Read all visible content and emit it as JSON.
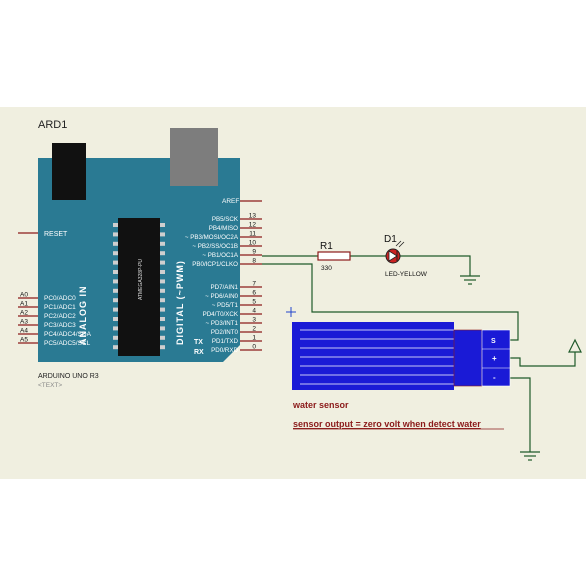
{
  "schematic": {
    "board_ref": "ARD1",
    "board_name": "ARDUINO UNO R3",
    "board_text": "<TEXT>",
    "chip_label": "ATMEGA328P-PU",
    "analog_header": "ANALOG IN",
    "digital_header": "DIGITAL (~PWM)",
    "reset_label": "RESET",
    "aref_label": "AREF",
    "tx_label": "TX",
    "rx_label": "RX",
    "left_pins": [
      {
        "num": "A0",
        "name": "PC0/ADC0"
      },
      {
        "num": "A1",
        "name": "PC1/ADC1"
      },
      {
        "num": "A2",
        "name": "PC2/ADC2"
      },
      {
        "num": "A3",
        "name": "PC3/ADC3"
      },
      {
        "num": "A4",
        "name": "PC4/ADC4/SDA"
      },
      {
        "num": "A5",
        "name": "PC5/ADC5/SCL"
      }
    ],
    "right_pins_top": [
      {
        "num": "13",
        "name": "PB5/SCK"
      },
      {
        "num": "12",
        "name": "PB4/MISO"
      },
      {
        "num": "11",
        "name": "~ PB3/MOSI/OC2A"
      },
      {
        "num": "10",
        "name": "~ PB2/SS/OC1B"
      },
      {
        "num": "9",
        "name": "~ PB1/OC1A"
      },
      {
        "num": "8",
        "name": "PB0/ICP1/CLKO"
      }
    ],
    "right_pins_bottom": [
      {
        "num": "7",
        "name": "PD7/AIN1"
      },
      {
        "num": "6",
        "name": "~ PD6/AIN0"
      },
      {
        "num": "5",
        "name": "~ PD5/T1"
      },
      {
        "num": "4",
        "name": "PD4/T0/XCK"
      },
      {
        "num": "3",
        "name": "~ PD3/INT1"
      },
      {
        "num": "2",
        "name": "PD2/INT0"
      },
      {
        "num": "1",
        "name": "PD1/TXD"
      },
      {
        "num": "0",
        "name": "PD0/RXD"
      }
    ],
    "resistor_ref": "R1",
    "resistor_value": "330",
    "led_ref": "D1",
    "led_value": "LED-YELLOW",
    "sensor_title": "water sensor",
    "sensor_note": "sensor output = zero volt when  detect water",
    "sensor_pins": [
      "S",
      "+",
      "-"
    ]
  },
  "colors": {
    "background": "#f0efe0",
    "board": "#2a7a93",
    "wire": "#1f5a2a",
    "pin": "#8b1a1a",
    "sensor_blue": "#1a1ad6",
    "label_red": "#8b1a1a"
  }
}
